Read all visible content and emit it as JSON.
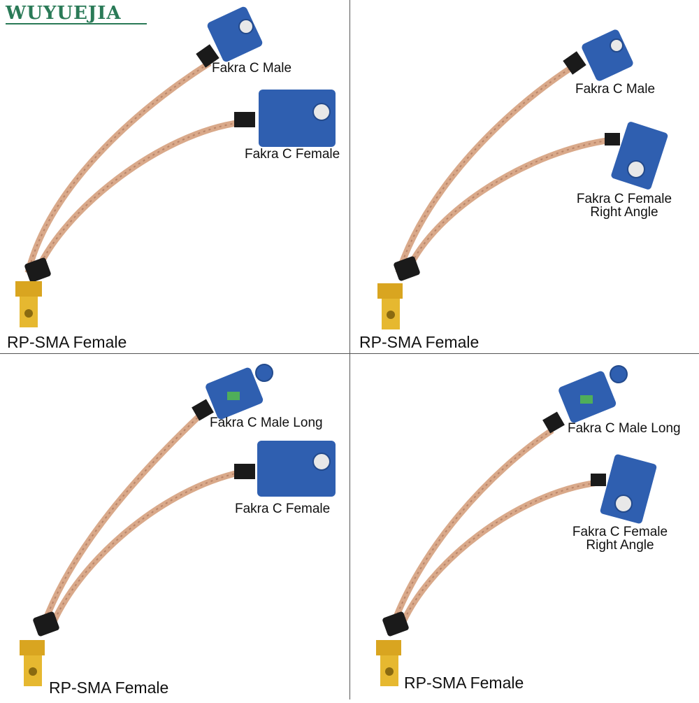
{
  "brand": {
    "text": "WUYUEJIA",
    "color": "#2a7a57"
  },
  "colors": {
    "connector_blue": "#2f5fb0",
    "cable": "#d9a98a",
    "gold": "#d9a520",
    "boot": "#1a1a1a"
  },
  "panels": [
    {
      "male_label": "Fakra C Male",
      "female_label": "Fakra C Female",
      "female_label_line2": "",
      "sma_label": "RP-SMA Female"
    },
    {
      "male_label": "Fakra C Male",
      "female_label": "Fakra C Female",
      "female_label_line2": "Right Angle",
      "sma_label": "RP-SMA Female"
    },
    {
      "male_label": "Fakra C Male Long",
      "female_label": "Fakra C Female",
      "female_label_line2": "",
      "sma_label": "RP-SMA Female"
    },
    {
      "male_label": "Fakra C Male Long",
      "female_label": "Fakra C Female",
      "female_label_line2": "Right Angle",
      "sma_label": "RP-SMA Female"
    }
  ]
}
